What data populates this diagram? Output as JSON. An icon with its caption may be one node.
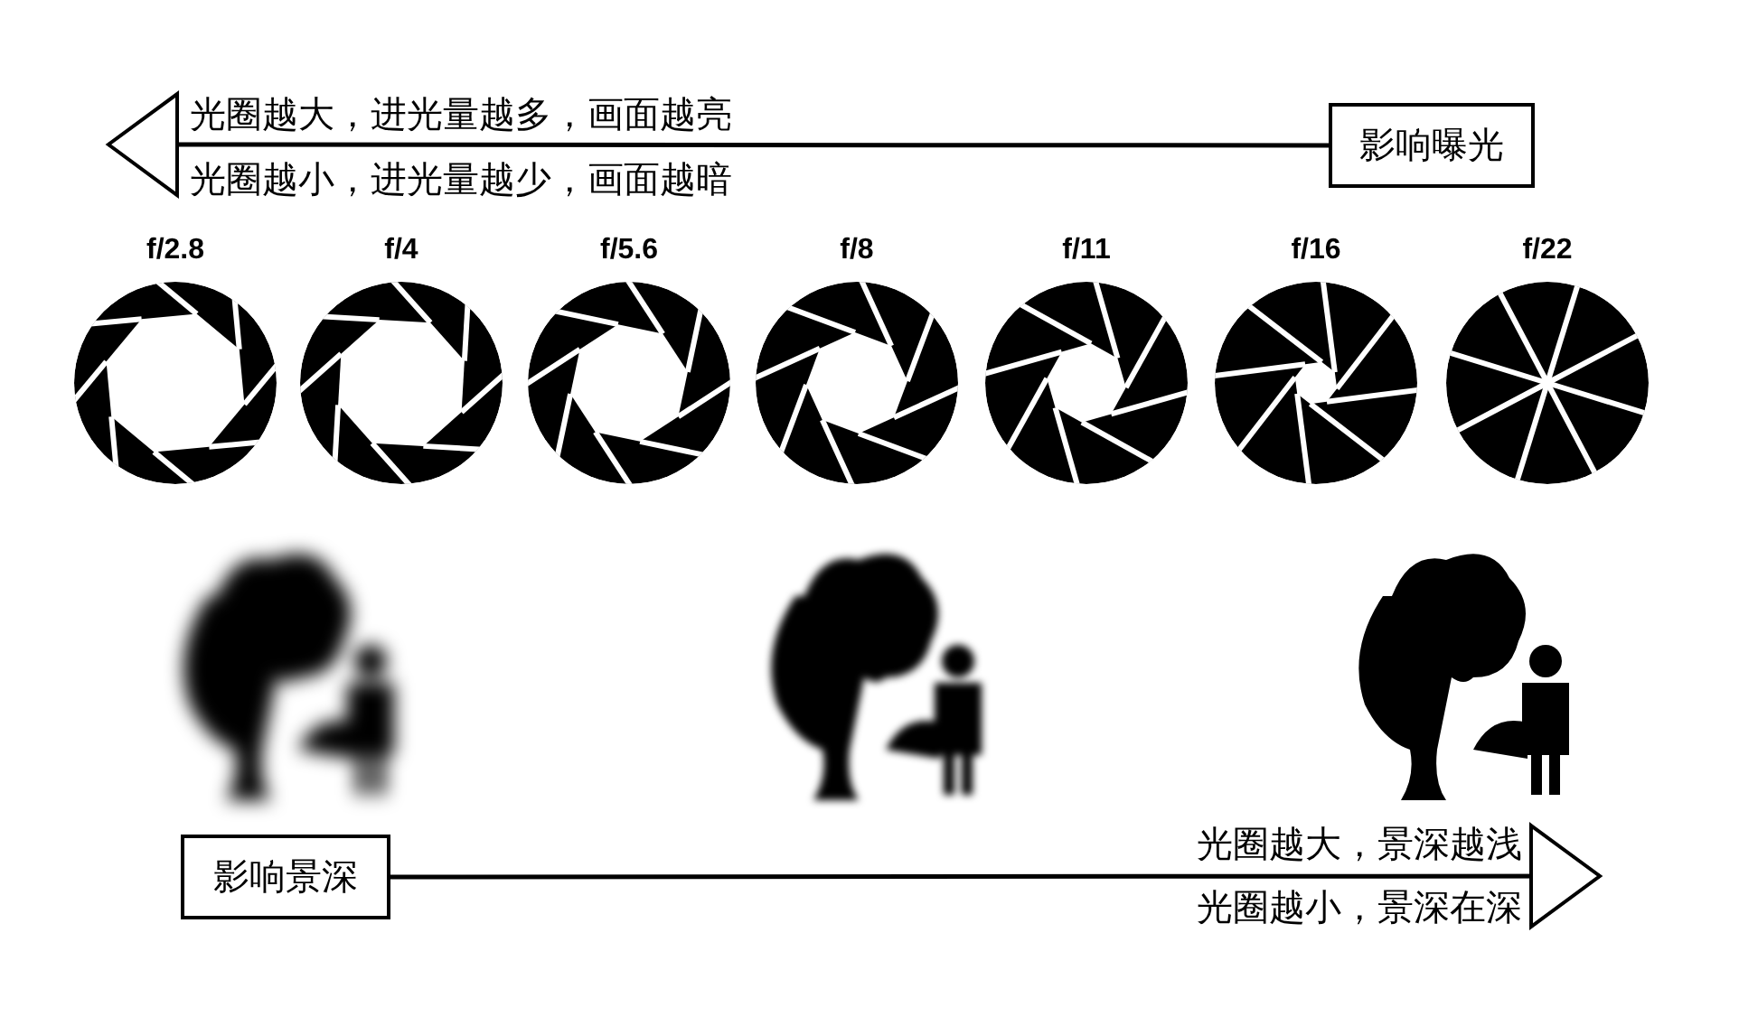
{
  "diagram": {
    "nodes": [
      {
        "text": [
          "影响曝光"
        ]
      },
      {
        "text": [
          "影响景深"
        ]
      }
    ],
    "edges": [
      {
        "from": 0,
        "to": null,
        "arrow": "to"
      },
      {
        "from": 1,
        "to": null,
        "arrow": "to"
      }
    ],
    "labels": [
      "光圈越大，进光量越多，画面越亮",
      "光圈越小，进光量越少，画面越暗",
      "f/2.8",
      "f/4",
      "f/5.6",
      "f/8",
      "f/11",
      "f/16",
      "f/22",
      "光圈越大，景深越浅",
      "光圈越小，景深在深"
    ]
  }
}
